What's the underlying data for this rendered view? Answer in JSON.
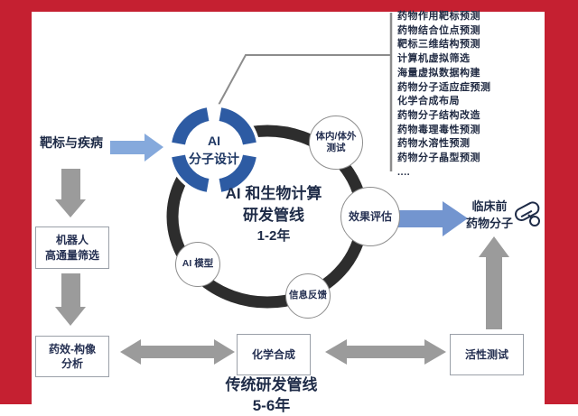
{
  "colors": {
    "frame_red": "#c52031",
    "dark_ring": "#2d2d2d",
    "hub_blue": "#2d5ba3",
    "arrow_blue": "#7da3d8",
    "arrow_gray": "#9b9b9b",
    "text_navy": "#1e2b47"
  },
  "predictions": {
    "items": [
      "药物作用靶标预测",
      "药物结合位点预测",
      "靶标三维结构预测",
      "计算机虚拟筛选",
      "海量虚拟数据构建",
      "药物分子适应症预测",
      "化学合成布局",
      "药物分子结构改造",
      "药物毒理毒性预测",
      "药物水溶性预测",
      "药物分子晶型预测",
      "...."
    ]
  },
  "hub": {
    "line1": "AI",
    "line2": "分子设计"
  },
  "ring": {
    "title_line1": "AI 和生物计算",
    "title_line2": "研发管线",
    "title_line3": "1-2年",
    "nodes": [
      {
        "label": "体内/体外\n测试"
      },
      {
        "label": "效果评估"
      },
      {
        "label": "AI 模型"
      },
      {
        "label": "信息反馈"
      }
    ]
  },
  "traditional": {
    "source_label": "靶标与疾病",
    "robot_box": "机器人\n高通量筛选",
    "pharmacodynamics_box": "药效-构像\n分析",
    "synthesis_box": "化学合成",
    "activity_box": "活性测试",
    "caption_line1": "传统研发管线",
    "caption_line2": "5-6年"
  },
  "output": {
    "line1": "临床前",
    "line2": "药物分子"
  }
}
